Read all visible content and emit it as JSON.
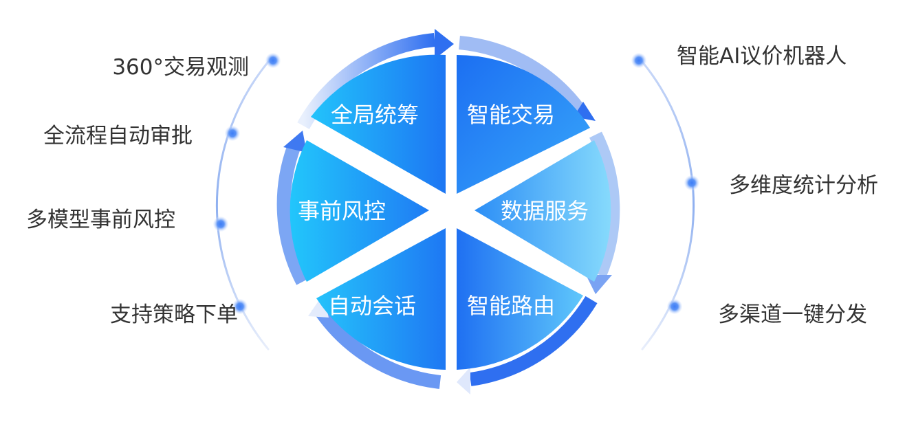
{
  "center_segments": {
    "top_left": "全局统筹",
    "top_right": "智能交易",
    "right": "数据服务",
    "bottom_right": "智能路由",
    "bottom_left": "自动会话",
    "left": "事前风控"
  },
  "left_features": [
    "360°交易观测",
    "全流程自动审批",
    "多模型事前风控",
    "支持策略下单"
  ],
  "right_features": [
    "智能AI议价机器人",
    "多维度统计分析",
    "多渠道一键分发"
  ],
  "colors": {
    "segment_dark": "#1f74f2",
    "segment_light": "#1dc4fb",
    "segment_pale": "#79d7fb",
    "arrow": "#2f6ff0",
    "dot": "#3d7df6",
    "feature_text": "#333333"
  }
}
